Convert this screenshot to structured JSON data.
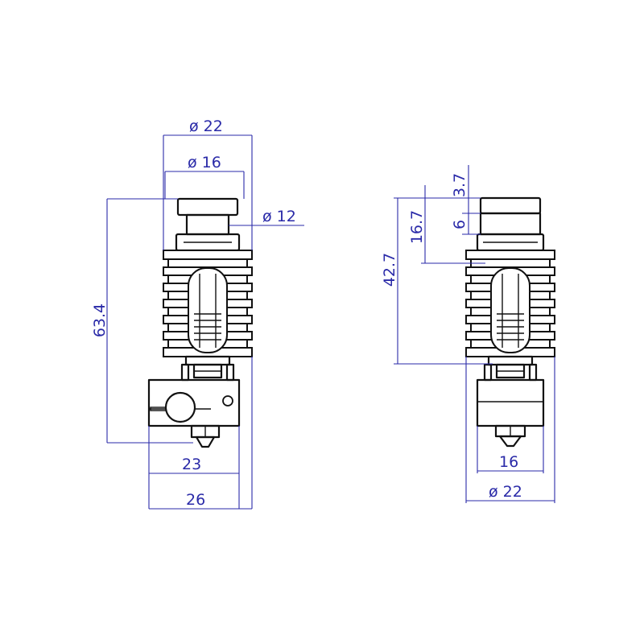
{
  "colors": {
    "dimension": "#2a2aa8",
    "outline": "#111111",
    "background": "#ffffff"
  },
  "dimensions": {
    "left": {
      "top_outer_diameter": "ø 22",
      "top_inner_diameter": "ø 16",
      "neck_diameter": "ø 12",
      "total_height": "63.4",
      "block_width": "23",
      "total_width": "26"
    },
    "right": {
      "collar_height": "3.7",
      "groove_height": "6",
      "mount_height": "16.7",
      "heatsink_height": "42.7",
      "block_width": "16",
      "base_diameter": "ø 22"
    }
  }
}
